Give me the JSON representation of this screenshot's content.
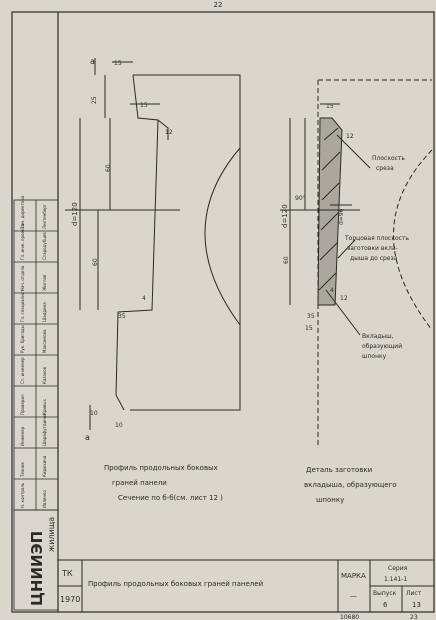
{
  "page": {
    "number": "22",
    "bottom_number": "10680",
    "bottom_right": "23"
  },
  "left_drawing": {
    "section_mark_top": "a",
    "section_mark_bottom": "a",
    "dims": {
      "top_width": "15",
      "upper_width": "15",
      "notch": "12",
      "d25": "25",
      "d60_upper": "60",
      "d120": "d=120",
      "d60_lower": "60",
      "small4": "4",
      "d35": "35",
      "d10_left": "10",
      "d10_bottom": "10"
    }
  },
  "right_drawing": {
    "dims": {
      "top": "15",
      "notch": "12",
      "angle": "90°",
      "d120": "d=120",
      "d96": "d=96",
      "d60": "60",
      "small4": "4",
      "d12": "12",
      "d35": "35",
      "d15": "15"
    },
    "callouts": {
      "cut_plane": [
        "Плоскость",
        "среза"
      ],
      "end_face": [
        "Торцовая плоскость",
        "заготовки вкла-",
        "дыша до среза"
      ],
      "insert": [
        "Вкладыш,",
        "образующий",
        "шпонку"
      ]
    }
  },
  "captions": {
    "left": [
      "Профиль продольных боковых",
      "граней панели",
      "Сечение по б-б(см. лист 12 )"
    ],
    "right": [
      "Деталь заготовки",
      "вкладыша, образующего",
      "шпонку"
    ]
  },
  "title_block": {
    "org": "ЦНИИЭП",
    "org_sub": "жилища",
    "code": "ТК",
    "year": "1970",
    "title": "Профиль продольных боковых граней панелей",
    "marka_label": "МАРКА",
    "marka_value": "—",
    "series_label": "Серия",
    "series_value": "1.141-1",
    "issue_label": "Выпуск",
    "issue_value": "6",
    "sheet_label": "Лист",
    "sheet_value": "13"
  },
  "sig_rows": [
    [
      "Зам. директора",
      "Лихтенберг"
    ],
    [
      "Гл. инж. проекта",
      "Стародубцев"
    ],
    [
      "Нач. отдела",
      "Жиглов"
    ],
    [
      "Гл. специалист",
      "Шадрина"
    ],
    [
      "Рук. бригады",
      "Максимова"
    ],
    [
      "Ст. инженер",
      "Казаков"
    ],
    [
      "Проверил",
      "Кривых"
    ],
    [
      "Инженер",
      "Шарафутдинов"
    ],
    [
      "Техник",
      "Кирюхина"
    ],
    [
      "Н. контроль",
      "Ивленко"
    ]
  ]
}
